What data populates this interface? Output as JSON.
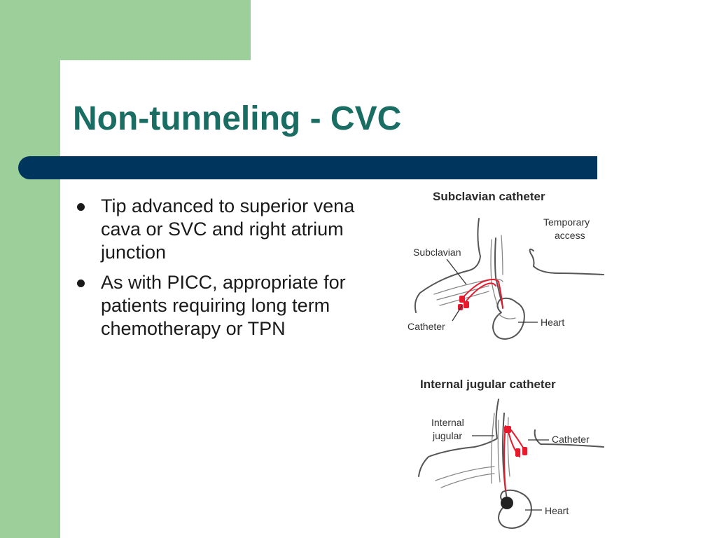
{
  "slide": {
    "title": "Non-tunneling - CVC",
    "bullets": [
      "Tip advanced to superior vena cava or SVC and right atrium junction",
      "As with PICC, appropriate for patients requiring long term chemotherapy or TPN"
    ]
  },
  "figures": {
    "subclavian": {
      "title": "Subclavian catheter",
      "labels": {
        "temporary_1": "Temporary",
        "temporary_2": "access",
        "vessel": "Subclavian",
        "catheter": "Catheter",
        "heart": "Heart"
      }
    },
    "jugular": {
      "title": "Internal jugular catheter",
      "labels": {
        "vessel_1": "Internal",
        "vessel_2": "jugular",
        "catheter": "Catheter",
        "heart": "Heart"
      }
    }
  },
  "colors": {
    "sidebar_green": "#9dcf9a",
    "title_teal": "#1a6d63",
    "bar_navy": "#00365e",
    "catheter_red": "#e8192c"
  }
}
